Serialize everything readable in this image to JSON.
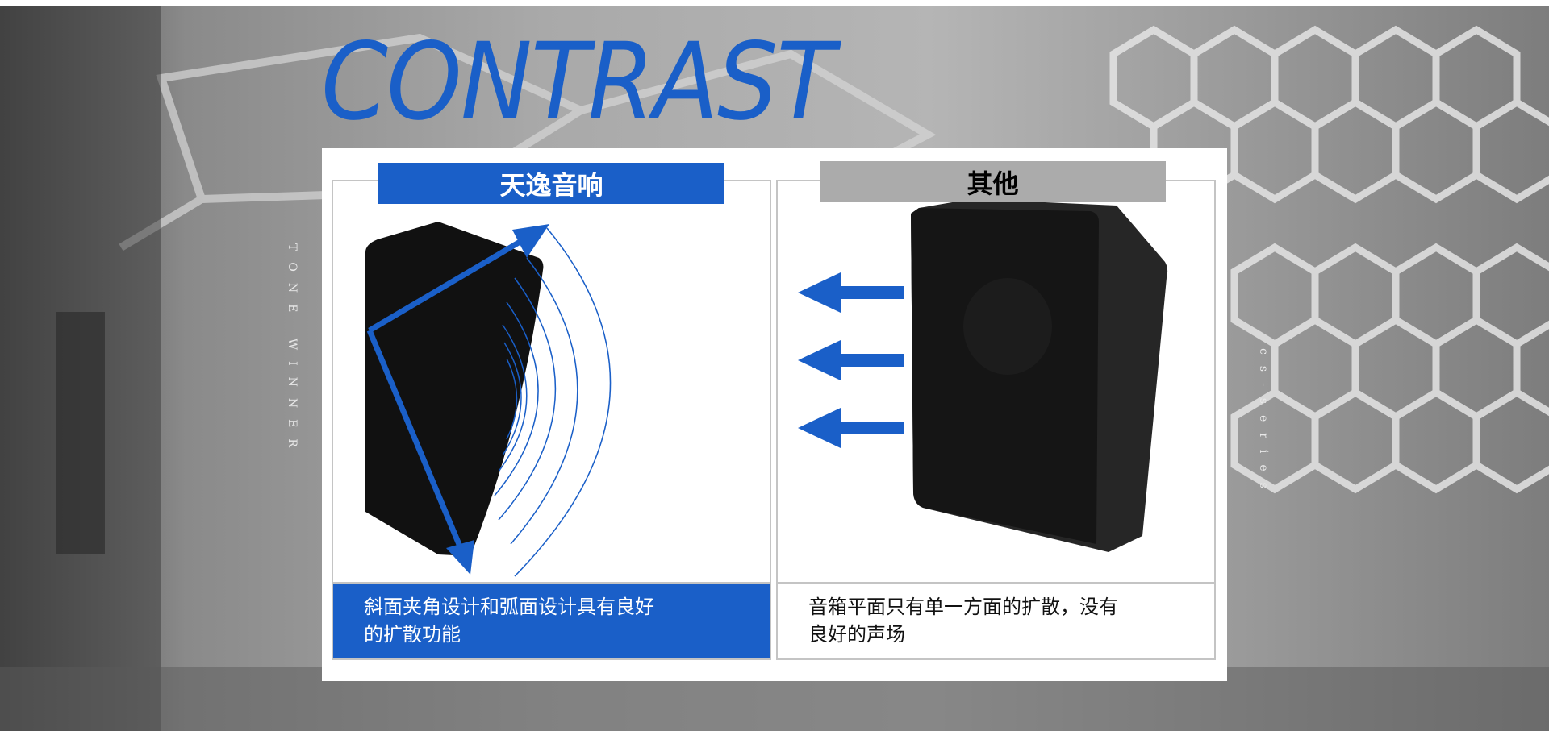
{
  "title": "CONTRAST",
  "side_left_text": "TONE WINNER",
  "side_right_text": "cs-series",
  "colors": {
    "accent": "#1a5fc8",
    "gray_header": "#ababab"
  },
  "left_panel": {
    "header": "天逸音响",
    "caption_line1": "斜面夹角设计和弧面设计具有良好",
    "caption_line2": "的扩散功能"
  },
  "right_panel": {
    "header": "其他",
    "caption_line1": "音箱平面只有单一方面的扩散，没有",
    "caption_line2": "良好的声场"
  }
}
